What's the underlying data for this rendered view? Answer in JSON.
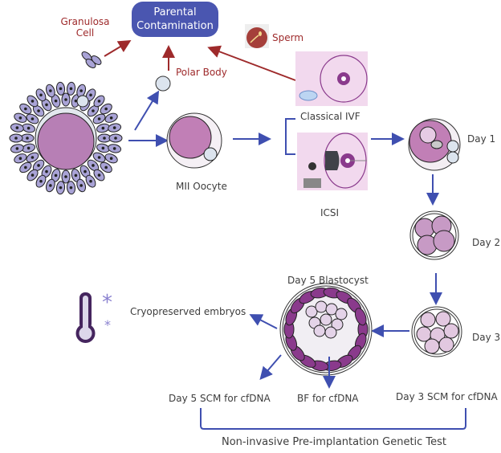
{
  "labels": {
    "parental_contamination_line1": "Parental",
    "parental_contamination_line2": "Contamination",
    "granulosa_line1": "Granulosa",
    "granulosa_line2": "Cell",
    "polar_body": "Polar Body",
    "sperm": "Sperm",
    "classical_ivf": "Classical IVF",
    "icsi": "ICSI",
    "mii_oocyte": "MII Oocyte",
    "day1": "Day 1",
    "day2": "Day 2",
    "day3": "Day 3",
    "day5_blastocyst": "Day 5 Blastocyst",
    "cryopreserved": "Cryopreserved embryos",
    "day5_scm": "Day 5 SCM for cfDNA",
    "bf": "BF for cfDNA",
    "day3_scm": "Day 3 SCM for cfDNA",
    "niPGT": "Non-invasive Pre-implantation Genetic Test"
  },
  "colors": {
    "box": "#4a56b0",
    "flow_arrow": "#3f4fb0",
    "contamination_arrow": "#9e2a2b",
    "oocyte": "#b77fb5",
    "granulosa": "#a9a3d6",
    "blastocyst_te": "#8a3a8c"
  }
}
